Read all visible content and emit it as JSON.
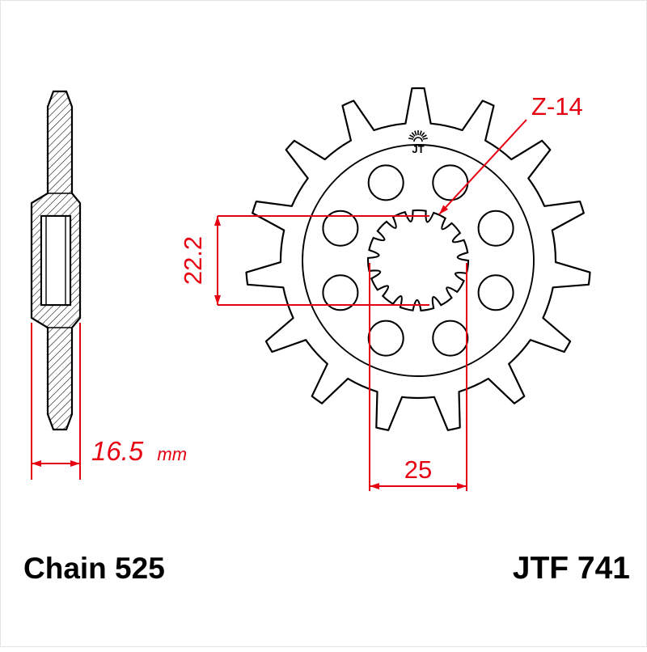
{
  "title": "Front sprocket technical drawing",
  "colors": {
    "accent": "#e60012",
    "ink": "#000000",
    "paper": "#ffffff"
  },
  "labels": {
    "tooth_count": "Z-14",
    "spline_height": "22.2",
    "bore_width": "25",
    "hub_width_value": "16.5",
    "hub_width_unit": "mm",
    "chain": "Chain 525",
    "part_number": "JTF 741"
  },
  "logo": {
    "text": "JT"
  },
  "sprocket": {
    "teeth_visible": 15,
    "bolt_holes": 8,
    "splines": 15
  }
}
